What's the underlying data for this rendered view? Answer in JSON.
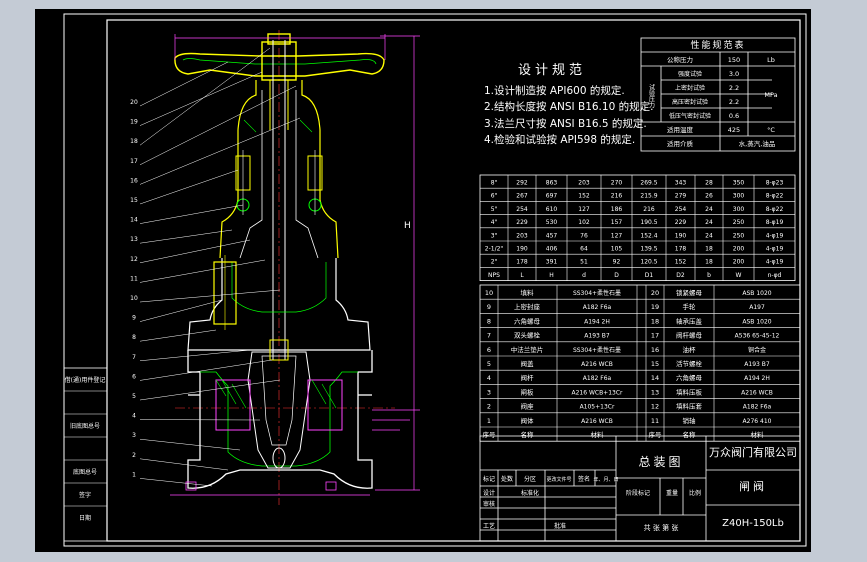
{
  "colors": {
    "background": "#c4cbd5",
    "sheet": "#000000",
    "line": "#ffffff",
    "part_outline": "#ffff00",
    "dimension": "#ff00ff",
    "hatch": "#00ff00",
    "centerline": "#ff0000"
  },
  "dimension_label": "H",
  "leader_numbers": [
    "20",
    "19",
    "18",
    "17",
    "16",
    "15",
    "14",
    "13",
    "12",
    "11",
    "10",
    "9",
    "8",
    "7",
    "6",
    "5",
    "4",
    "3",
    "2",
    "1"
  ],
  "design_spec": {
    "title": "设计规范",
    "lines": [
      "1.设计制造按 API600 的规定.",
      "2.结构长度按 ANSI B16.10 的规定.",
      "3.法兰尺寸按 ANSI B16.5 的规定.",
      "4.检验和试验按 API598 的规定."
    ]
  },
  "performance": {
    "title": "性能规范表",
    "rows": [
      {
        "label": "公称压力",
        "value": "150",
        "unit": "Lb"
      },
      {
        "label": "强度试验",
        "value": "3.0",
        "unit": ""
      },
      {
        "label": "上密封试验",
        "value": "2.2",
        "unit": ""
      },
      {
        "label": "高压密封试验",
        "value": "2.2",
        "unit": ""
      },
      {
        "label": "低压气密封试验",
        "value": "0.6",
        "unit": ""
      },
      {
        "label": "适用温度",
        "value": "425",
        "unit": "°C"
      },
      {
        "label": "适用介质",
        "value": "水,蒸汽,油品",
        "unit": ""
      }
    ],
    "group_label": "试验压力",
    "group_unit": "MPa"
  },
  "dims_table": [
    [
      "8\"",
      "292",
      "863",
      "203",
      "270",
      "269.5",
      "343",
      "28",
      "350",
      "8-φ23"
    ],
    [
      "6\"",
      "267",
      "697",
      "152",
      "216",
      "215.9",
      "279",
      "26",
      "300",
      "8-φ22"
    ],
    [
      "5\"",
      "254",
      "610",
      "127",
      "186",
      "216",
      "254",
      "24",
      "300",
      "8-φ22"
    ],
    [
      "4\"",
      "229",
      "530",
      "102",
      "157",
      "190.5",
      "229",
      "24",
      "250",
      "8-φ19"
    ],
    [
      "3\"",
      "203",
      "457",
      "76",
      "127",
      "152.4",
      "190",
      "24",
      "250",
      "4-φ19"
    ],
    [
      "2-1/2\"",
      "190",
      "406",
      "64",
      "105",
      "139.5",
      "178",
      "18",
      "200",
      "4-φ19"
    ],
    [
      "2\"",
      "178",
      "391",
      "51",
      "92",
      "120.5",
      "152",
      "18",
      "200",
      "4-φ19"
    ],
    [
      "NPS",
      "L",
      "H",
      "d",
      "D",
      "D1",
      "D2",
      "b",
      "W",
      "n-φd"
    ]
  ],
  "parts_left": [
    {
      "no": "10",
      "name": "填料",
      "material": "SS304+柔性石墨"
    },
    {
      "no": "9",
      "name": "上密封座",
      "material": "A182 F6a"
    },
    {
      "no": "8",
      "name": "六角螺母",
      "material": "A194 2H"
    },
    {
      "no": "7",
      "name": "双头螺栓",
      "material": "A193 B7"
    },
    {
      "no": "6",
      "name": "中法兰垫片",
      "material": "SS304+柔性石墨"
    },
    {
      "no": "5",
      "name": "阀盖",
      "material": "A216 WCB"
    },
    {
      "no": "4",
      "name": "阀杆",
      "material": "A182 F6a"
    },
    {
      "no": "3",
      "name": "闸板",
      "material": "A216 WCB+13Cr"
    },
    {
      "no": "2",
      "name": "阀座",
      "material": "A105+13Cr"
    },
    {
      "no": "1",
      "name": "阀体",
      "material": "A216 WCB"
    }
  ],
  "parts_right": [
    {
      "no": "20",
      "name": "锁紧螺母",
      "material": "ASB 1020"
    },
    {
      "no": "19",
      "name": "手轮",
      "material": "A197"
    },
    {
      "no": "18",
      "name": "轴承压盖",
      "material": "ASB 1020"
    },
    {
      "no": "17",
      "name": "阀杆螺母",
      "material": "A536 65-45-12"
    },
    {
      "no": "16",
      "name": "油杯",
      "material": "铜合金"
    },
    {
      "no": "15",
      "name": "活节螺栓",
      "material": "A193 B7"
    },
    {
      "no": "14",
      "name": "六角螺母",
      "material": "A194 2H"
    },
    {
      "no": "13",
      "name": "填料压板",
      "material": "A216 WCB"
    },
    {
      "no": "12",
      "name": "填料压套",
      "material": "A182 F6a"
    },
    {
      "no": "11",
      "name": "销轴",
      "material": "A276 410"
    }
  ],
  "parts_header": [
    "序号",
    "名称",
    "材料"
  ],
  "title_block": {
    "drawing_name": "总装图",
    "company": "万众阀门有限公司",
    "product": "闸阀",
    "model": "Z40H-150Lb",
    "labels_row1": [
      "标记",
      "处数",
      "分区",
      "更改文件号",
      "签名",
      "年、月、日"
    ],
    "labels_left": [
      "设计",
      "标准化",
      "审核",
      "工艺",
      "批准"
    ],
    "stage_labels": [
      "阶段标记",
      "重量",
      "比例"
    ],
    "sheet_label": "共 张 第 张"
  },
  "left_strip_labels": [
    "借(通)用件登记",
    "旧底图总号",
    "底图总号",
    "签字",
    "日期"
  ]
}
